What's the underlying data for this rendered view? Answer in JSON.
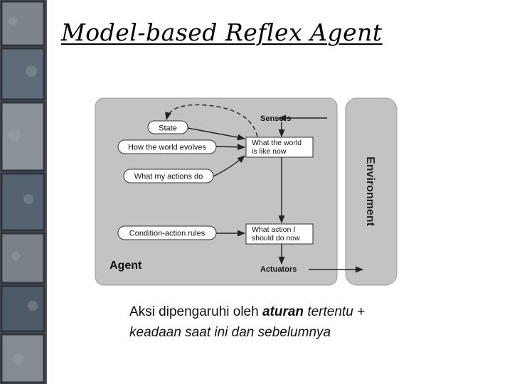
{
  "slide": {
    "title": "Model-based Reflex Agent"
  },
  "diagram": {
    "agent_label": "Agent",
    "environment_label": "Environment",
    "sensors_label": "Sensors",
    "actuators_label": "Actuators",
    "state_label": "State",
    "world_evolves_label": "How the world evolves",
    "actions_do_label": "What my actions do",
    "condition_rules_label": "Condition-action rules",
    "world_now_line1": "What the world",
    "world_now_line2": "is like now",
    "action_line1": "What action I",
    "action_line2": "should do now"
  },
  "caption": {
    "part1": "Aksi dipengaruhi oleh ",
    "part2": "aturan",
    "part3": " tertentu +",
    "line2": "keadaan saat ini dan sebelumnya"
  },
  "colors": {
    "agent_fill": "#c3c3c3",
    "environment_fill": "#c3c3c3",
    "box_fill": "#ffffff",
    "stroke": "#222222"
  }
}
